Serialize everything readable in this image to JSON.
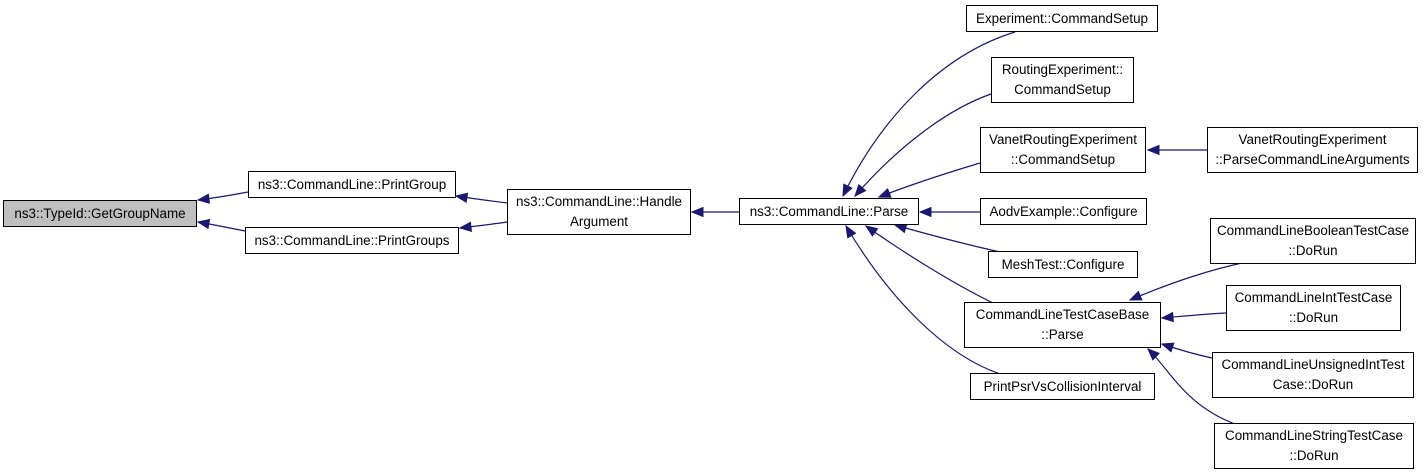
{
  "colors": {
    "edge": "#191970",
    "focus_fill": "#bfbfbf",
    "node_border": "#000000",
    "node_fill": "#ffffff"
  },
  "nodes": {
    "getgroupname": {
      "lines": [
        "ns3::TypeId::GetGroupName"
      ]
    },
    "printgroup": {
      "lines": [
        "ns3::CommandLine::PrintGroup"
      ]
    },
    "printgroups": {
      "lines": [
        "ns3::CommandLine::PrintGroups"
      ]
    },
    "handleargument": {
      "lines": [
        "ns3::CommandLine::Handle",
        "Argument"
      ]
    },
    "parse": {
      "lines": [
        "ns3::CommandLine::Parse"
      ]
    },
    "experiment": {
      "lines": [
        "Experiment::CommandSetup"
      ]
    },
    "routingexperiment": {
      "lines": [
        "RoutingExperiment::",
        "CommandSetup"
      ]
    },
    "vanetcommandsetup": {
      "lines": [
        "VanetRoutingExperiment",
        "::CommandSetup"
      ]
    },
    "vanetparseargs": {
      "lines": [
        "VanetRoutingExperiment",
        "::ParseCommandLineArguments"
      ]
    },
    "aodvexample": {
      "lines": [
        "AodvExample::Configure"
      ]
    },
    "meshtest": {
      "lines": [
        "MeshTest::Configure"
      ]
    },
    "testcasebase": {
      "lines": [
        "CommandLineTestCaseBase",
        "::Parse"
      ]
    },
    "printpsr": {
      "lines": [
        "PrintPsrVsCollisionInterval"
      ]
    },
    "booleantest": {
      "lines": [
        "CommandLineBooleanTestCase",
        "::DoRun"
      ]
    },
    "inttest": {
      "lines": [
        "CommandLineIntTestCase",
        "::DoRun"
      ]
    },
    "unsignedinttest": {
      "lines": [
        "CommandLineUnsignedIntTest",
        "Case::DoRun"
      ]
    },
    "stringtest": {
      "lines": [
        "CommandLineStringTestCase",
        "::DoRun"
      ]
    }
  }
}
